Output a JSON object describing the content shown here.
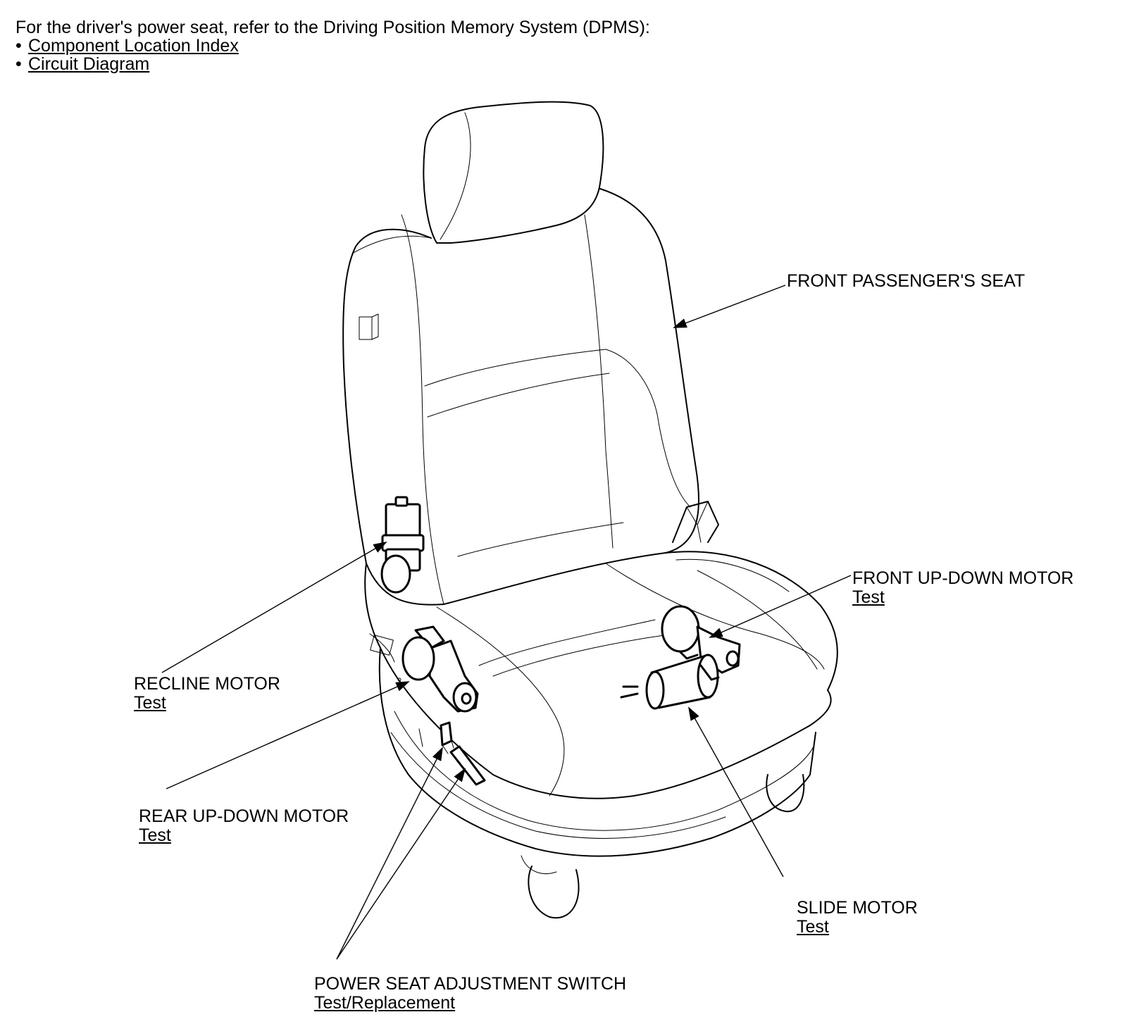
{
  "intro": {
    "text": "For the driver's power seat, refer to the Driving Position Memory System (DPMS):",
    "bullet": "•",
    "links": [
      "Component Location Index",
      "Circuit Diagram"
    ]
  },
  "callouts": {
    "front_passenger_seat": {
      "title": "FRONT PASSENGER'S SEAT"
    },
    "front_up_down_motor": {
      "title": "FRONT UP-DOWN MOTOR",
      "link": "Test"
    },
    "recline_motor": {
      "title": "RECLINE MOTOR",
      "link": "Test"
    },
    "rear_up_down_motor": {
      "title": "REAR UP-DOWN MOTOR",
      "link": "Test"
    },
    "slide_motor": {
      "title": "SLIDE MOTOR",
      "link": "Test"
    },
    "power_seat_adjustment_switch": {
      "title": "POWER SEAT ADJUSTMENT SWITCH",
      "link": "Test/Replacement"
    }
  }
}
